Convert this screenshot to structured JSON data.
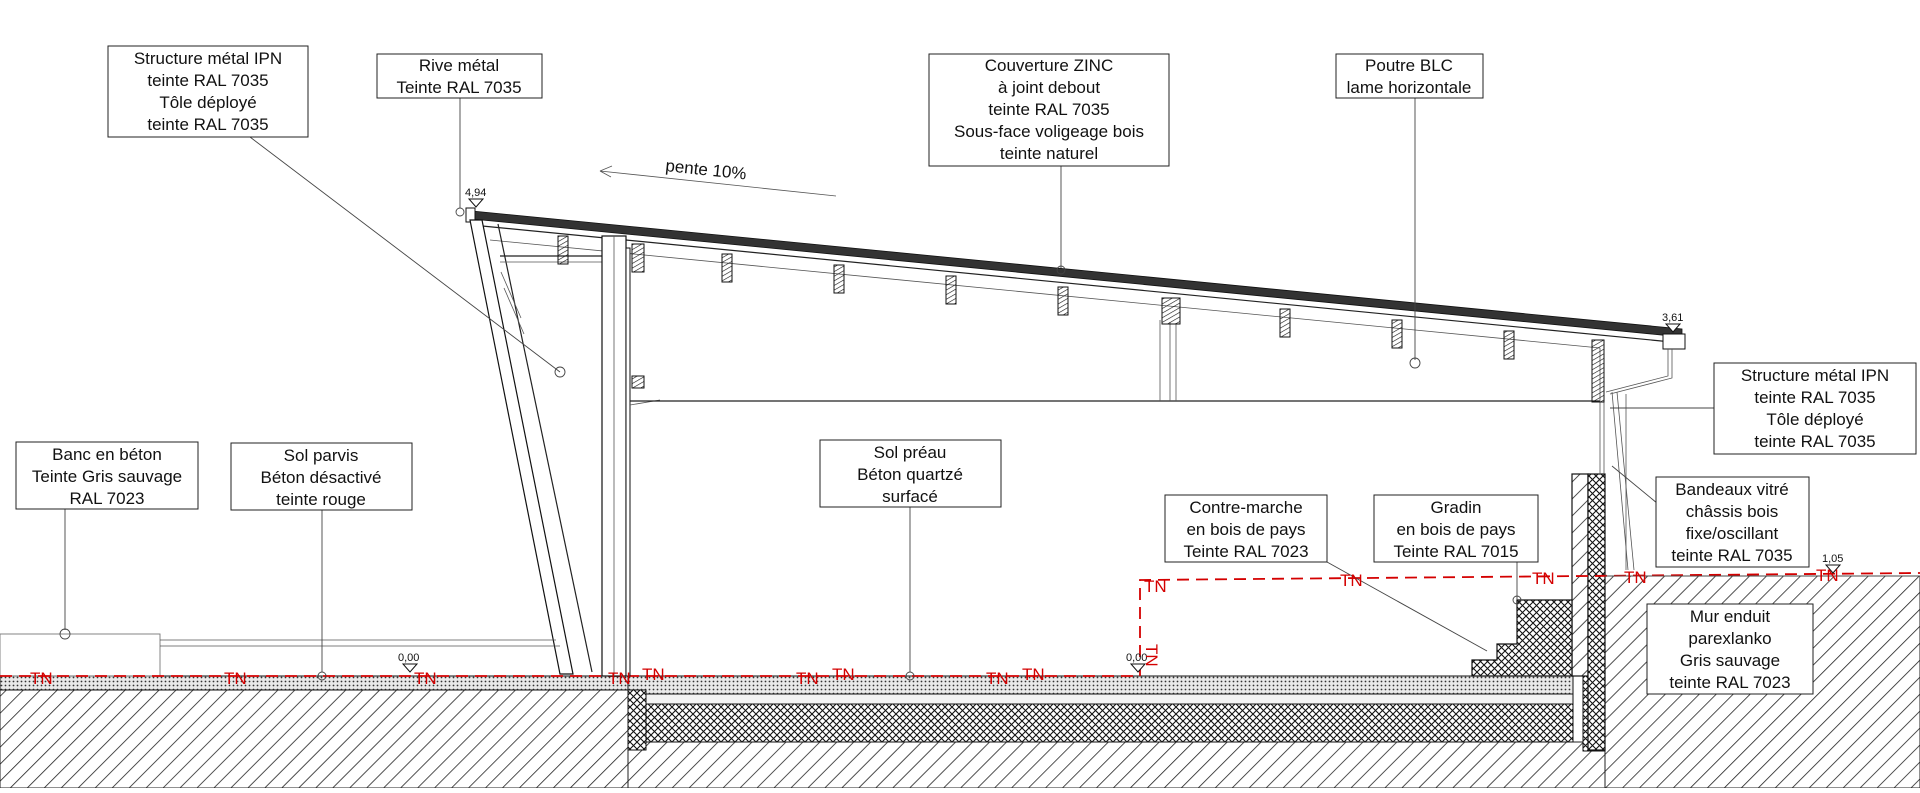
{
  "colors": {
    "line": "#222222",
    "tn": "#d40000",
    "background": "#ffffff"
  },
  "labels": {
    "structure_left": [
      "Structure métal IPN",
      "teinte RAL 7035",
      "Tôle déployé",
      "teinte RAL 7035"
    ],
    "rive": [
      "Rive métal",
      "Teinte RAL 7035"
    ],
    "couverture": [
      "Couverture ZINC",
      "à joint debout",
      "teinte RAL 7035",
      "Sous-face voligeage bois",
      "teinte naturel"
    ],
    "poutre": [
      "Poutre BLC",
      "lame horizontale"
    ],
    "structure_right": [
      "Structure métal IPN",
      "teinte RAL 7035",
      "Tôle déployé",
      "teinte RAL 7035"
    ],
    "banc": [
      "Banc en béton",
      "Teinte Gris sauvage",
      "RAL 7023"
    ],
    "sol_parvis": [
      "Sol parvis",
      "Béton désactivé",
      "teinte rouge"
    ],
    "sol_preau": [
      "Sol préau",
      "Béton quartzé",
      "surfacé"
    ],
    "contre_marche": [
      "Contre-marche",
      "en bois de pays",
      "Teinte RAL 7023"
    ],
    "gradin": [
      "Gradin",
      "en bois de pays",
      "Teinte RAL 7015"
    ],
    "bandeaux": [
      "Bandeaux vitré",
      "châssis bois",
      "fixe/oscillant",
      "teinte RAL 7035"
    ],
    "mur": [
      "Mur enduit",
      "parexlanko",
      "Gris sauvage",
      "teinte RAL 7023"
    ]
  },
  "slope": "pente 10%",
  "levels": {
    "top_left": "4,94",
    "top_right": "3,61",
    "ground_left": "0,00",
    "ground_mid": "0,00",
    "ground_right": "1,05"
  },
  "tn_label": "TN"
}
